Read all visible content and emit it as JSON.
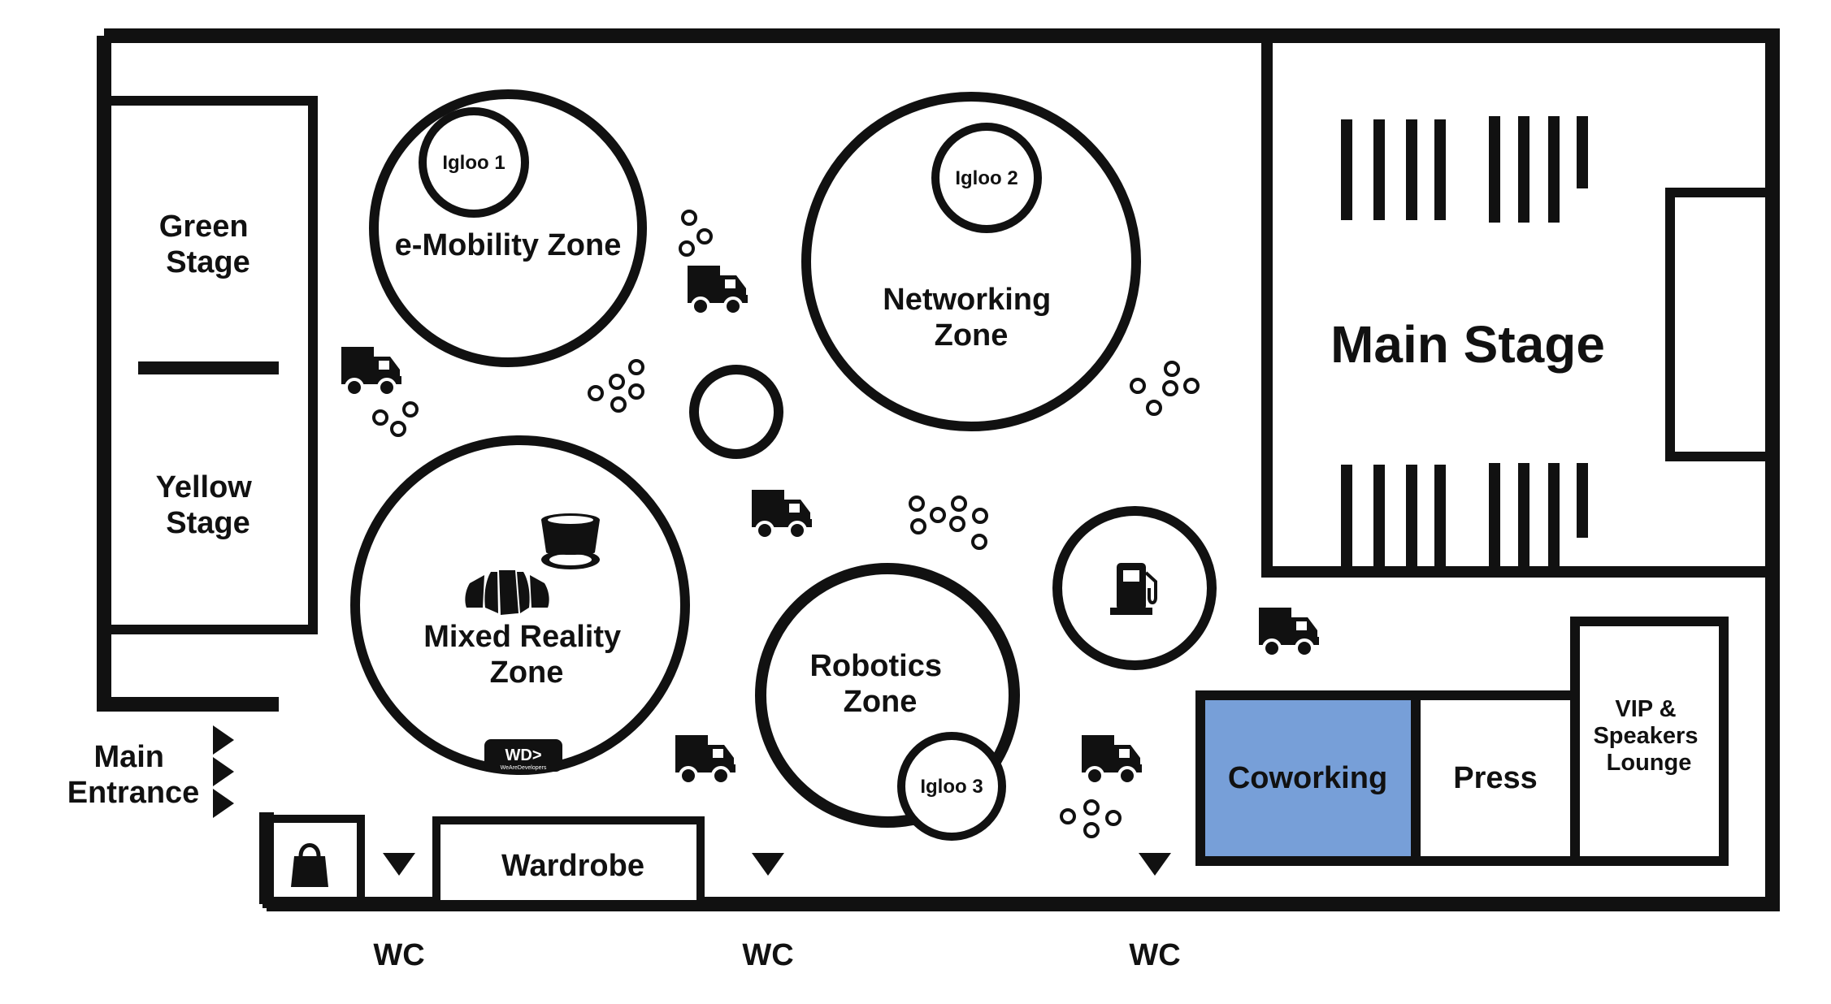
{
  "map": {
    "zones": {
      "green_stage": [
        "Green",
        "Stage"
      ],
      "yellow_stage": [
        "Yellow",
        "Stage"
      ],
      "emobility": "e-Mobility Zone",
      "igloo1": "Igloo 1",
      "igloo2": "Igloo 2",
      "igloo3": "Igloo 3",
      "networking": [
        "Networking",
        "Zone"
      ],
      "mixed_reality": [
        "Mixed Reality",
        "Zone"
      ],
      "robotics": [
        "Robotics",
        "Zone"
      ],
      "main_stage": "Main Stage",
      "coworking": "Coworking",
      "press": "Press",
      "vip": [
        "VIP &",
        "Speakers",
        "Lounge"
      ],
      "wardrobe": "Wardrobe"
    },
    "entrance": [
      "Main",
      "Entrance"
    ],
    "wc_labels": [
      "WC",
      "WC",
      "WC"
    ],
    "logo_text": "WeAreDevelopers",
    "colors": {
      "wall": "#111111",
      "coworking_fill": "#779fd8",
      "background": "#ffffff"
    },
    "icons": [
      "truck-icon",
      "coffee-cup-icon",
      "croissant-icon",
      "fuel-pump-icon",
      "shopping-bag-icon",
      "arrow-down-icon",
      "entrance-arrow-icon",
      "table-cluster-icon"
    ]
  }
}
